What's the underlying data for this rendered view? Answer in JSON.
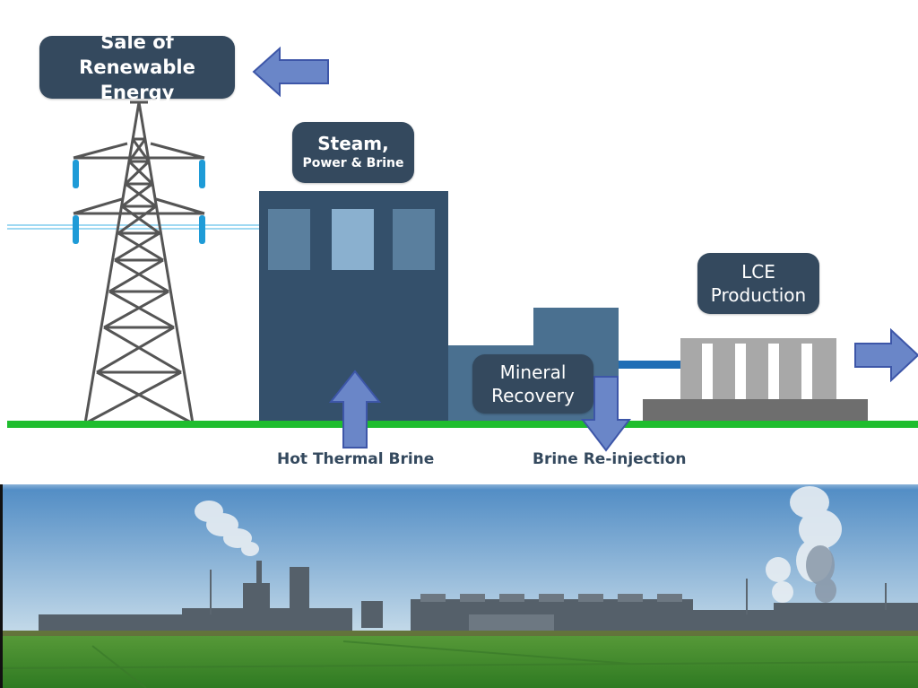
{
  "labels": {
    "sale": "Sale of\nRenewable Energy",
    "steam_line1": "Steam,",
    "steam_line2": "Power & Brine",
    "lce": "LCE\nProduction",
    "mineral": "Mineral\nRecovery",
    "hot_brine": "Hot Thermal Brine",
    "reinjection": "Brine Re-injection"
  },
  "colors": {
    "label_bg": "#34495e",
    "building": "#34506b",
    "building_light": "#4a7090",
    "arrow_fill": "#6a86c8",
    "arrow_stroke": "#3d56a8",
    "ground": "#1fbd2e",
    "pipe": "#1f6db5",
    "lce_unit": "#a8a8a8",
    "lce_base": "#6e6e6e",
    "tower": "#555555",
    "insulator": "#1e9bd7"
  },
  "photo": {
    "sky_top": "#4f8bc4",
    "sky_bottom": "#c7dcea",
    "field": "#3f8c2c"
  }
}
